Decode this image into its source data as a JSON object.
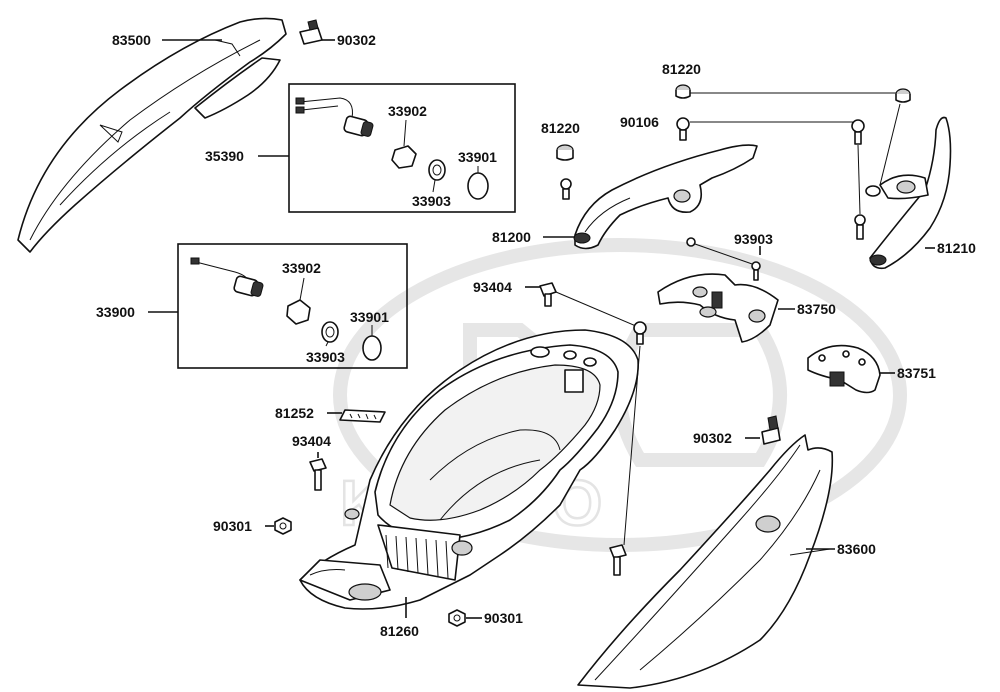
{
  "watermark": {
    "brand_text": "KYMCO"
  },
  "kit_boxes": {
    "kit_35390": {
      "label": "35390"
    },
    "kit_33900": {
      "label": "33900"
    }
  },
  "labels": {
    "p83500": "83500",
    "p90302_top": "90302",
    "p33902_a": "33902",
    "p33901_a": "33901",
    "p33903_a": "33903",
    "p33902_b": "33902",
    "p33901_b": "33901",
    "p33903_b": "33903",
    "p81220_top": "81220",
    "p90106": "90106",
    "p81220_left": "81220",
    "p81200": "81200",
    "p81210": "81210",
    "p93903": "93903",
    "p93404_top": "93404",
    "p83750": "83750",
    "p83751": "83751",
    "p81252": "81252",
    "p93404_left": "93404",
    "p90302_right": "90302",
    "p90301_left": "90301",
    "p83600": "83600",
    "p81260": "81260",
    "p90301_bottom": "90301"
  }
}
